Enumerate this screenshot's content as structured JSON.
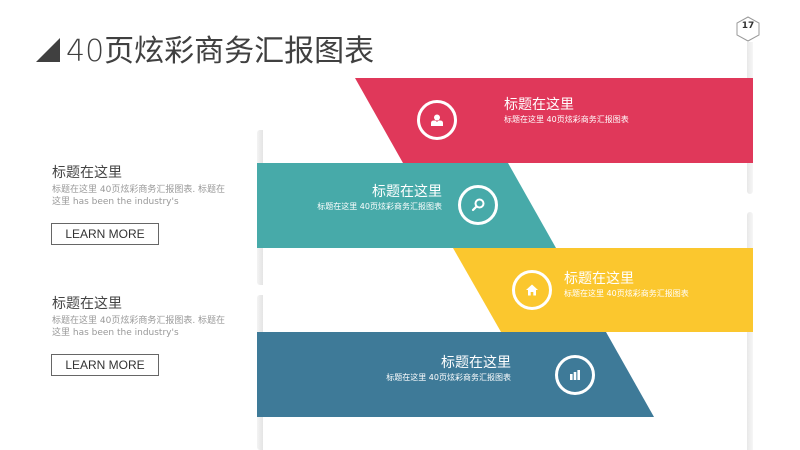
{
  "header": {
    "title": "40页炫彩商务汇报图表",
    "page_number": "17"
  },
  "sidebar_blocks": [
    {
      "heading": "标题在这里",
      "body": "标题在这里 40页炫彩商务汇报图表. 标题在这里 has been the industry's",
      "button_label": "LEARN MORE"
    },
    {
      "heading": "标题在这里",
      "body": "标题在这里 40页炫彩商务汇报图表. 标题在这里 has been the industry's",
      "button_label": "LEARN MORE"
    }
  ],
  "bands": [
    {
      "heading": "标题在这里",
      "subtext": "标题在这里 40页炫彩商务汇报图表",
      "icon": "user-icon",
      "color": "#e0385a"
    },
    {
      "heading": "标题在这里",
      "subtext": "标题在这里 40页炫彩商务汇报图表",
      "icon": "search-icon",
      "color": "#47aaa9"
    },
    {
      "heading": "标题在这里",
      "subtext": "标题在这里 40页炫彩商务汇报图表",
      "icon": "home-icon",
      "color": "#fbc72e"
    },
    {
      "heading": "标题在这里",
      "subtext": "标题在这里 40页炫彩商务汇报图表",
      "icon": "bar-chart-icon",
      "color": "#3e7a98"
    }
  ]
}
